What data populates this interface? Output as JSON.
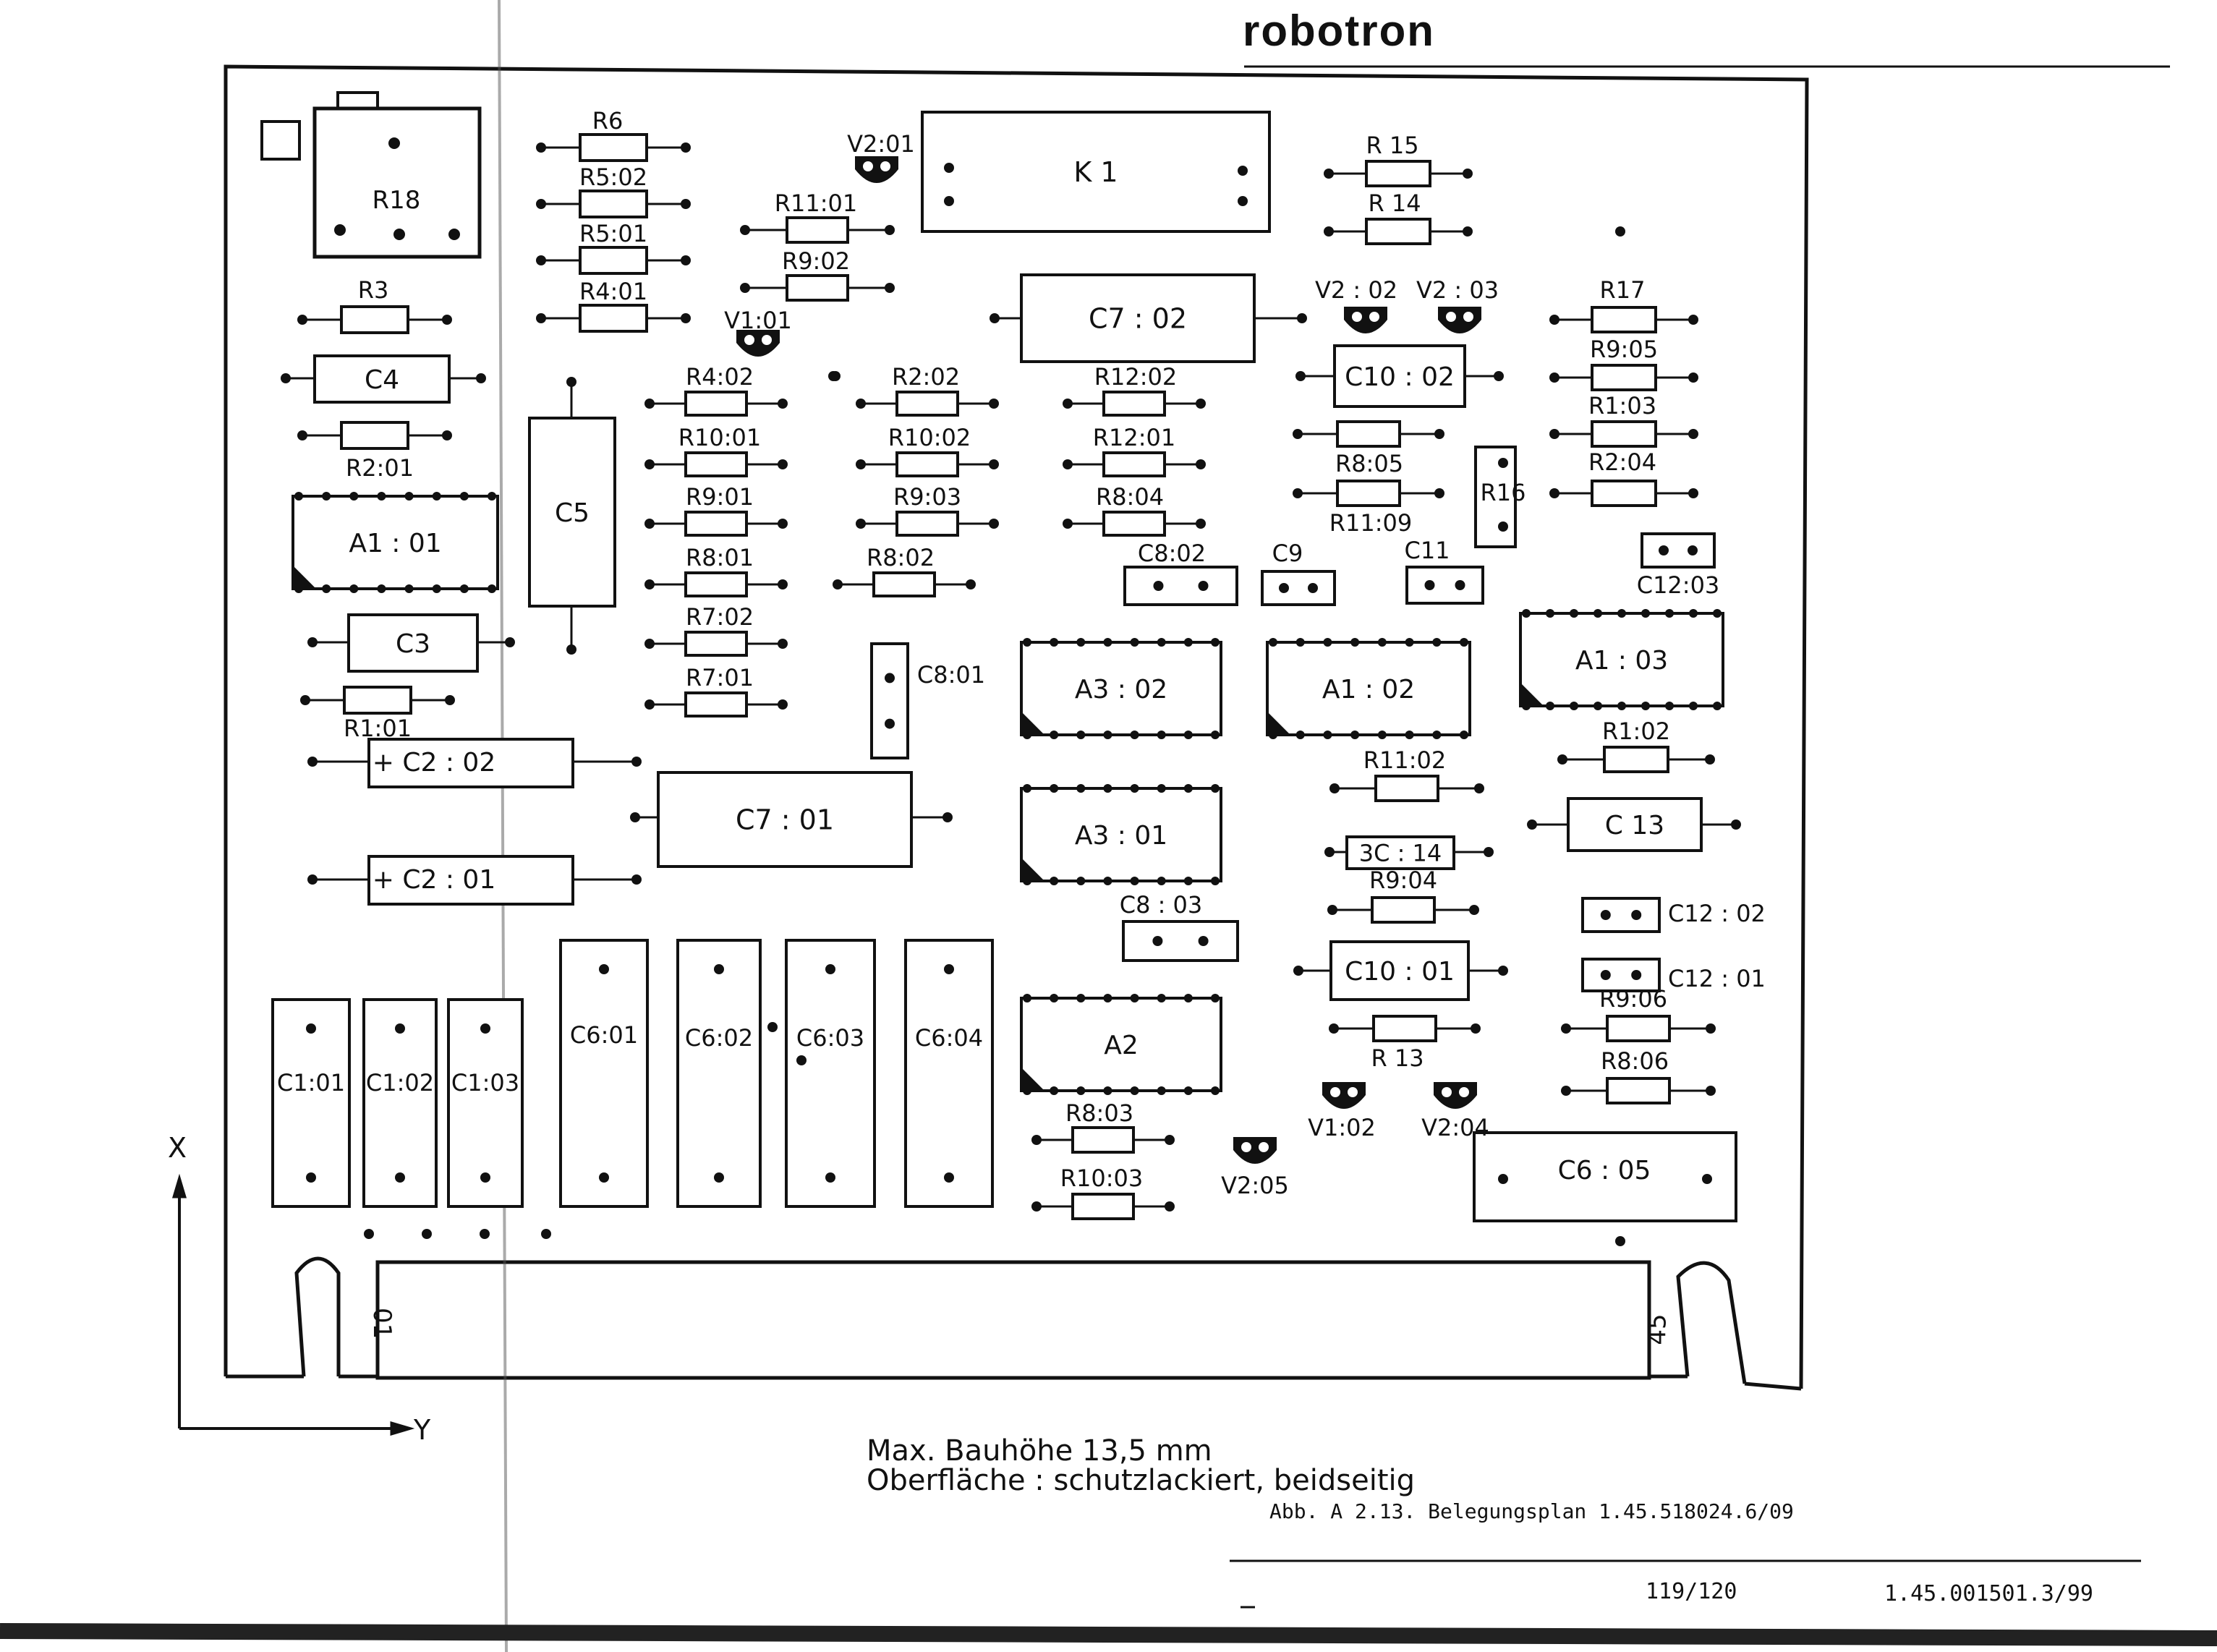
{
  "header": {
    "brand": "robotron"
  },
  "board": {
    "connector": {
      "pin_first": "01",
      "pin_last": "45"
    },
    "axes": {
      "x": "X",
      "y": "Y"
    }
  },
  "resistors": [
    {
      "id": "r6",
      "label": "R6"
    },
    {
      "id": "r5-02",
      "label": "R5:02"
    },
    {
      "id": "r5-01",
      "label": "R5:01"
    },
    {
      "id": "r4-01",
      "label": "R4:01"
    },
    {
      "id": "r3",
      "label": "R3"
    },
    {
      "id": "r2-01",
      "label": "R2:01"
    },
    {
      "id": "r1-01",
      "label": "R1:01"
    },
    {
      "id": "r11-01",
      "label": "R11:01"
    },
    {
      "id": "r9-02",
      "label": "R9:02"
    },
    {
      "id": "r4-02",
      "label": "R4:02"
    },
    {
      "id": "r10-01",
      "label": "R10:01"
    },
    {
      "id": "r9-01",
      "label": "R9:01"
    },
    {
      "id": "r8-01",
      "label": "R8:01"
    },
    {
      "id": "r7-02",
      "label": "R7:02"
    },
    {
      "id": "r7-01",
      "label": "R7:01"
    },
    {
      "id": "r2-02",
      "label": "R2:02"
    },
    {
      "id": "r10-02",
      "label": "R10:02"
    },
    {
      "id": "r9-03",
      "label": "R9:03"
    },
    {
      "id": "r8-02",
      "label": "R8:02"
    },
    {
      "id": "r12-02",
      "label": "R12:02"
    },
    {
      "id": "r12-01",
      "label": "R12:01"
    },
    {
      "id": "r8-04",
      "label": "R8:04"
    },
    {
      "id": "r15",
      "label": "R 15"
    },
    {
      "id": "r14",
      "label": "R 14"
    },
    {
      "id": "r8-05",
      "label": "R8:05"
    },
    {
      "id": "r11-09",
      "label": "R11:09"
    },
    {
      "id": "r17",
      "label": "R17"
    },
    {
      "id": "r9-05",
      "label": "R9:05"
    },
    {
      "id": "r1-03",
      "label": "R1:03"
    },
    {
      "id": "r2-04",
      "label": "R2:04"
    },
    {
      "id": "r1-02",
      "label": "R1:02"
    },
    {
      "id": "r11-02",
      "label": "R11:02"
    },
    {
      "id": "r9-04",
      "label": "R9:04"
    },
    {
      "id": "r13",
      "label": "R 13"
    },
    {
      "id": "r9-06",
      "label": "R9:06"
    },
    {
      "id": "r8-06",
      "label": "R8:06"
    },
    {
      "id": "r8-03",
      "label": "R8:03"
    },
    {
      "id": "r10-03",
      "label": "R10:03"
    },
    {
      "id": "r16",
      "label": "R16"
    },
    {
      "id": "r18",
      "label": "R18"
    }
  ],
  "capacitors": [
    {
      "id": "c4",
      "label": "C4"
    },
    {
      "id": "c3",
      "label": "C3"
    },
    {
      "id": "c5",
      "label": "C5"
    },
    {
      "id": "c2-02",
      "label": "+   C2 : 02"
    },
    {
      "id": "c2-01",
      "label": "+   C2 : 01"
    },
    {
      "id": "c7-01",
      "label": "C7 : 01"
    },
    {
      "id": "c7-02",
      "label": "C7 : 02"
    },
    {
      "id": "c10-02",
      "label": "C10 : 02"
    },
    {
      "id": "c10-01",
      "label": "C10 : 01"
    },
    {
      "id": "c13",
      "label": "C 13"
    },
    {
      "id": "c14",
      "label": "3C : 14"
    },
    {
      "id": "c8-01",
      "label": "C8:01"
    },
    {
      "id": "c8-02",
      "label": "C8:02"
    },
    {
      "id": "c8-03",
      "label": "C8 : 03"
    },
    {
      "id": "c9",
      "label": "C9"
    },
    {
      "id": "c11",
      "label": "C11"
    },
    {
      "id": "c12-03",
      "label": "C12:03"
    },
    {
      "id": "c12-02",
      "label": "C12 : 02"
    },
    {
      "id": "c12-01",
      "label": "C12 : 01"
    },
    {
      "id": "c1-01",
      "label": "C1:01"
    },
    {
      "id": "c1-02",
      "label": "C1:02"
    },
    {
      "id": "c1-03",
      "label": "C1:03"
    },
    {
      "id": "c6-01",
      "label": "C6:01"
    },
    {
      "id": "c6-02",
      "label": "C6:02"
    },
    {
      "id": "c6-03",
      "label": "C6:03"
    },
    {
      "id": "c6-04",
      "label": "C6:04"
    },
    {
      "id": "c6-05",
      "label": "C6 : 05"
    }
  ],
  "ics": [
    {
      "id": "a1-01",
      "label": "A1 : 01"
    },
    {
      "id": "a1-02",
      "label": "A1 : 02"
    },
    {
      "id": "a1-03",
      "label": "A1 : 03"
    },
    {
      "id": "a3-01",
      "label": "A3 : 01"
    },
    {
      "id": "a3-02",
      "label": "A3 : 02"
    },
    {
      "id": "a2",
      "label": "A2"
    },
    {
      "id": "k1",
      "label": "K 1"
    }
  ],
  "transistors": [
    {
      "id": "v2-01",
      "label": "V2:01"
    },
    {
      "id": "v1-01",
      "label": "V1:01"
    },
    {
      "id": "v2-02",
      "label": "V2 : 02"
    },
    {
      "id": "v2-03",
      "label": "V2 : 03"
    },
    {
      "id": "v1-02",
      "label": "V1:02"
    },
    {
      "id": "v2-04",
      "label": "V2:04"
    },
    {
      "id": "v2-05",
      "label": "V2:05"
    }
  ],
  "notes": {
    "line1": "Max. Bauhöhe 13,5 mm",
    "line2": "Oberfläche : schutzlackiert, beidseitig"
  },
  "caption": "Abb. A 2.13.   Belegungsplan 1.45.518024.6/09",
  "footer": {
    "page": "119/120",
    "docnum": "1.45.001501.3/99"
  }
}
